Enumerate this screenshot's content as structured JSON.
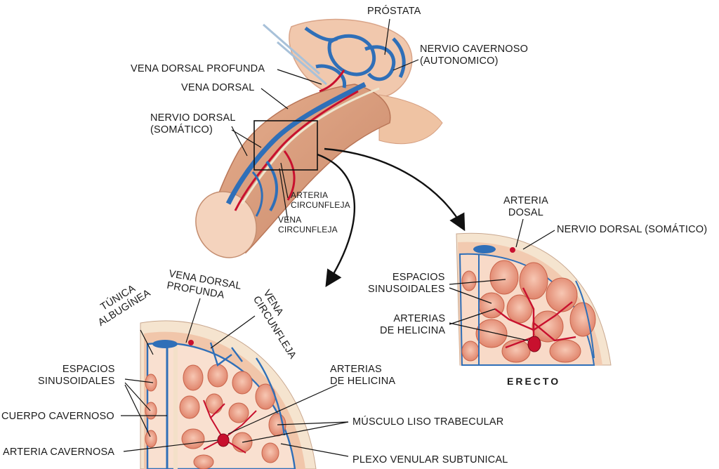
{
  "labels": {
    "prostata": "PRÓSTATA",
    "nervio_cavernoso": "NERVIO CAVERNOSO\n(AUTONOMICO)",
    "vena_dorsal_profunda_top": "VENA DORSAL PROFUNDA",
    "vena_dorsal_top": "VENA DORSAL",
    "nervio_dorsal_top": "NERVIO DORSAL\n(SOMÁTICO)",
    "arteria_circunfleja": "ARTERIA\nCIRCUNFLEJA",
    "vena_circunfleja_top": "VENA\nCIRCUNFLEJA",
    "arteria_dosal": "ARTERIA\nDOSAL",
    "nervio_dorsal_right": "NERVIO DORSAL (SOMÁTICO)",
    "espacios_right": "ESPACIOS\nSINUSOIDALES",
    "arterias_helicina_right": "ARTERIAS\nDE HELICINA",
    "erecto": "ERECTO",
    "tunica": "TÚNICA\nALBUGÍNEA",
    "vena_dorsal_profunda_bottom": "VENA DORSAL\nPROFUNDA",
    "vena_circunfleja_bottom": "VENA\nCIRCUNFLEJA",
    "espacios_left": "ESPACIOS\nSINUSOIDALES",
    "cuerpo_cavernoso": "CUERPO CAVERNOSO",
    "arteria_cavernosa": "ARTERIA CAVERNOSA",
    "arterias_helicina_bottom": "ARTERIAS\nDE HELICINA",
    "musculo_liso": "MÚSCULO LISO TRABECULAR",
    "plexo_venular": "PLEXO VENULAR SUBTUNICAL"
  },
  "colors": {
    "skin": "#f2c9a8",
    "skin_dark": "#d99a78",
    "vein": "#2f6fb8",
    "artery": "#c8102e",
    "nerve": "#e8dcc0",
    "sinus": "#e9937a",
    "sinus_light": "#f6c2ae",
    "tunica": "#f3e0c8"
  }
}
